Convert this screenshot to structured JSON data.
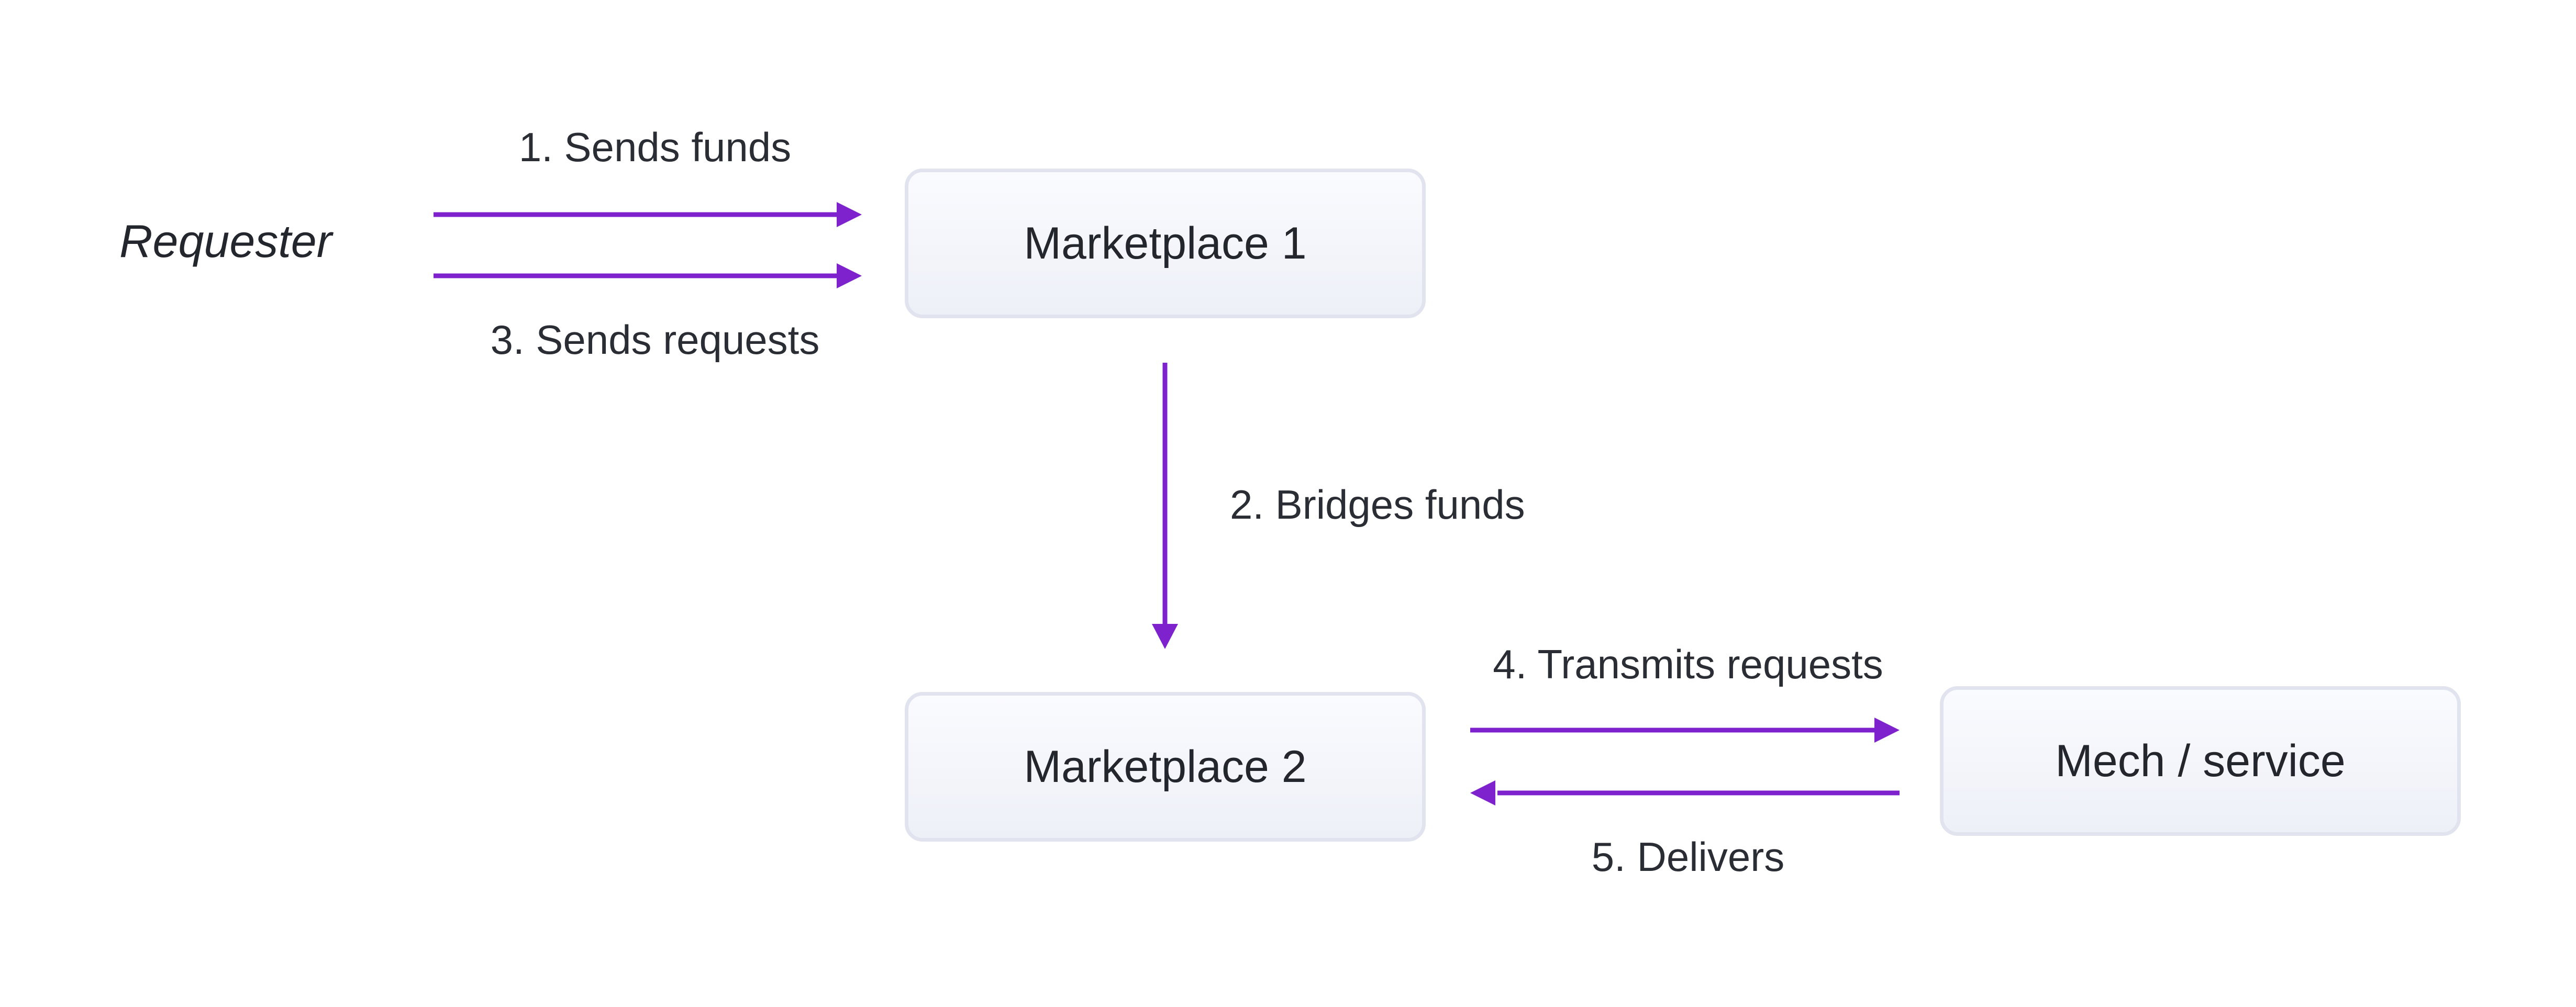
{
  "diagram": {
    "actors": {
      "requester": "Requester"
    },
    "nodes": {
      "marketplace_1": "Marketplace 1",
      "marketplace_2": "Marketplace 2",
      "mech_service": "Mech / service"
    },
    "edges": [
      {
        "from": "Requester",
        "to": "Marketplace 1",
        "label": "1. Sends funds"
      },
      {
        "from": "Marketplace 1",
        "to": "Marketplace 2",
        "label": "2. Bridges funds"
      },
      {
        "from": "Requester",
        "to": "Marketplace 1",
        "label": "3. Sends requests"
      },
      {
        "from": "Marketplace 2",
        "to": "Mech / service",
        "label": "4. Transmits requests"
      },
      {
        "from": "Mech / service",
        "to": "Marketplace 2",
        "label": "5. Delivers"
      }
    ],
    "colors": {
      "arrow": "#7e22ce",
      "node_border": "#e1e4ee",
      "node_fill": "#f3f4fa",
      "text": "#24272e"
    }
  }
}
